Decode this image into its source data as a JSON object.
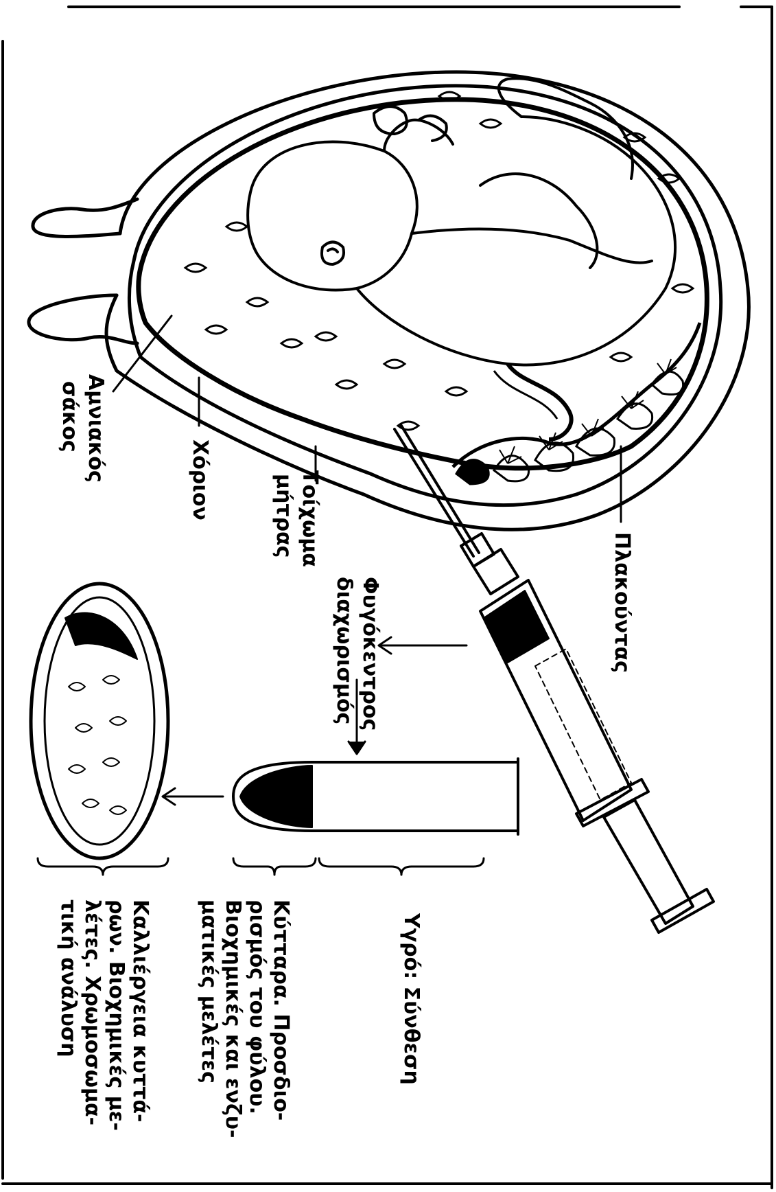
{
  "labels": {
    "amniotic_sac_l1": "Αμνιακός",
    "amniotic_sac_l2": "σάκος",
    "chorion": "Χόριον",
    "uterus_wall_l1": "Τοίχωμα",
    "uterus_wall_l2": "μήτρας",
    "placenta": "Πλακούντας",
    "centrifugation_l1": "Φυγόκεντρος",
    "centrifugation_l2": "διαχωρισμός",
    "fluid": "Υγρό: Σύνθεση",
    "cells_l1": "Κύτταρα. Προσδιο-",
    "cells_l2": "ρισμός του φύλου.",
    "cells_l3": "Βιοχημικές και ενζυ-",
    "cells_l4": "ματικές μελέτες",
    "culture_l1": "Καλλιέργεια κυττά-",
    "culture_l2": "ρων. Βιοχημικές με-",
    "culture_l3": "λέτες. Χρωμοσωμα-",
    "culture_l4": "τική ανάλυση"
  }
}
